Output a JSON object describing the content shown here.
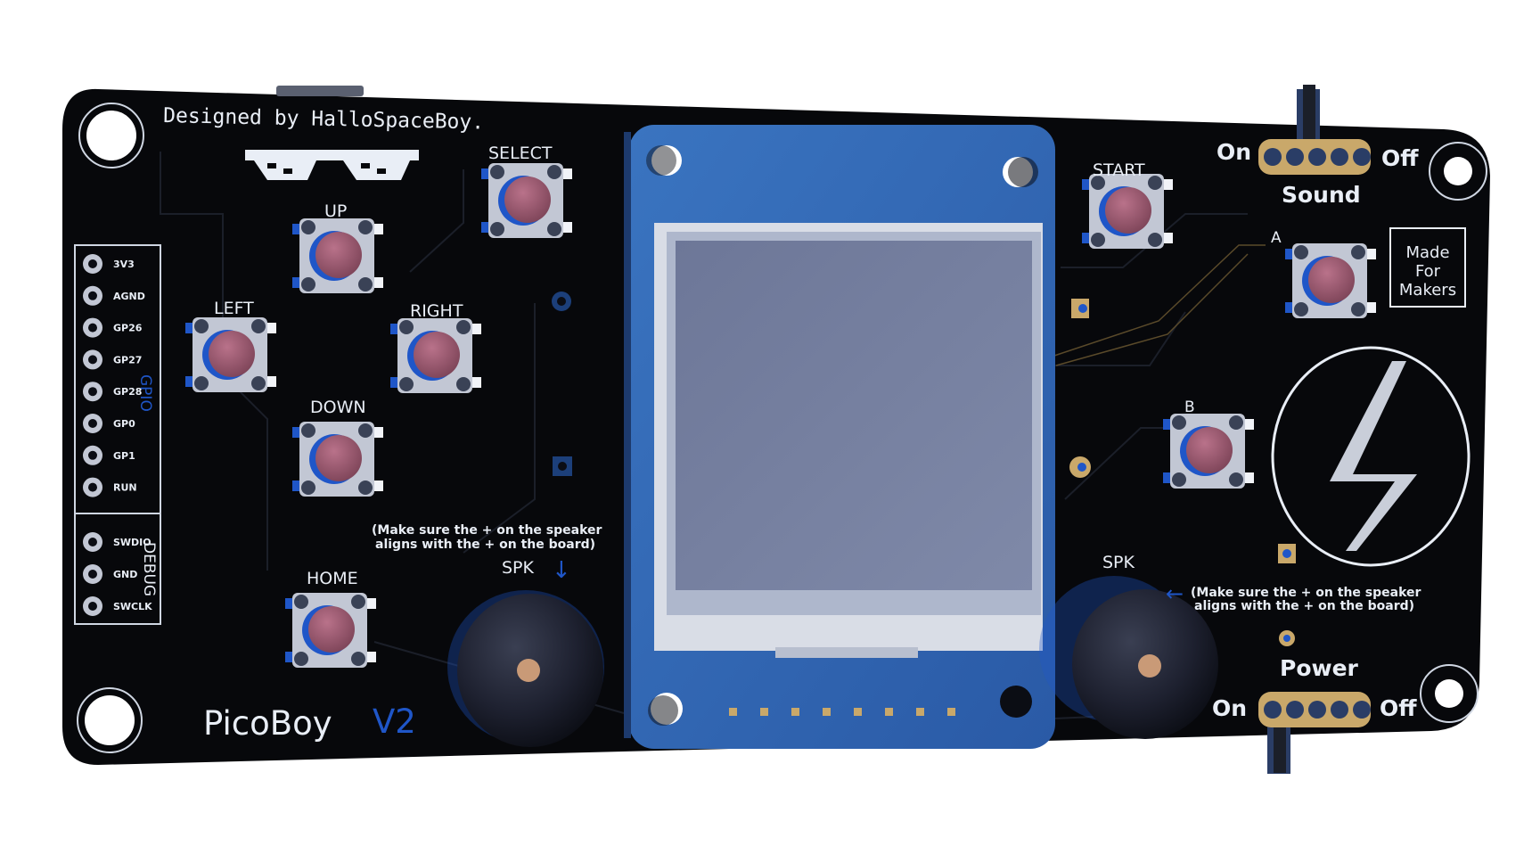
{
  "board": {
    "designer": "Designed by HalloSpaceBoy.",
    "name": "PicoBoy",
    "version": "V2",
    "maker_badge": [
      "Made",
      "For",
      "Makers"
    ]
  },
  "buttons": {
    "select": "SELECT",
    "up": "UP",
    "left": "LEFT",
    "right": "RIGHT",
    "down": "DOWN",
    "home": "HOME",
    "start": "START",
    "a": "A",
    "b": "B"
  },
  "gpio": {
    "group_label": "GPIO",
    "pins": [
      "3V3",
      "AGND",
      "GP26",
      "GP27",
      "GP28",
      "GP0",
      "GP1",
      "RUN"
    ]
  },
  "debug": {
    "group_label": "DEBUG",
    "pins": [
      "SWDIO",
      "GND",
      "SWCLK"
    ]
  },
  "speaker_left": {
    "label": "SPK",
    "note_line1": "(Make sure the + on the speaker",
    "note_line2": "aligns with the + on the board)",
    "arrow": "↓"
  },
  "speaker_right": {
    "label": "SPK",
    "note_line1": "(Make sure the + on the speaker",
    "note_line2": "aligns with the + on the board)",
    "arrow": "←"
  },
  "sound_switch": {
    "title": "Sound",
    "on": "On",
    "off": "Off"
  },
  "power_switch": {
    "title": "Power",
    "on": "On",
    "off": "Off"
  },
  "colors": {
    "pcb": "#07080b",
    "display_module": "#2f66b3",
    "screen": "#7a84a3",
    "button_cap": "#9a5a6e",
    "silkscreen": "#e9eef6",
    "accent_blue": "#1f56c8",
    "gold": "#c9a86a"
  }
}
